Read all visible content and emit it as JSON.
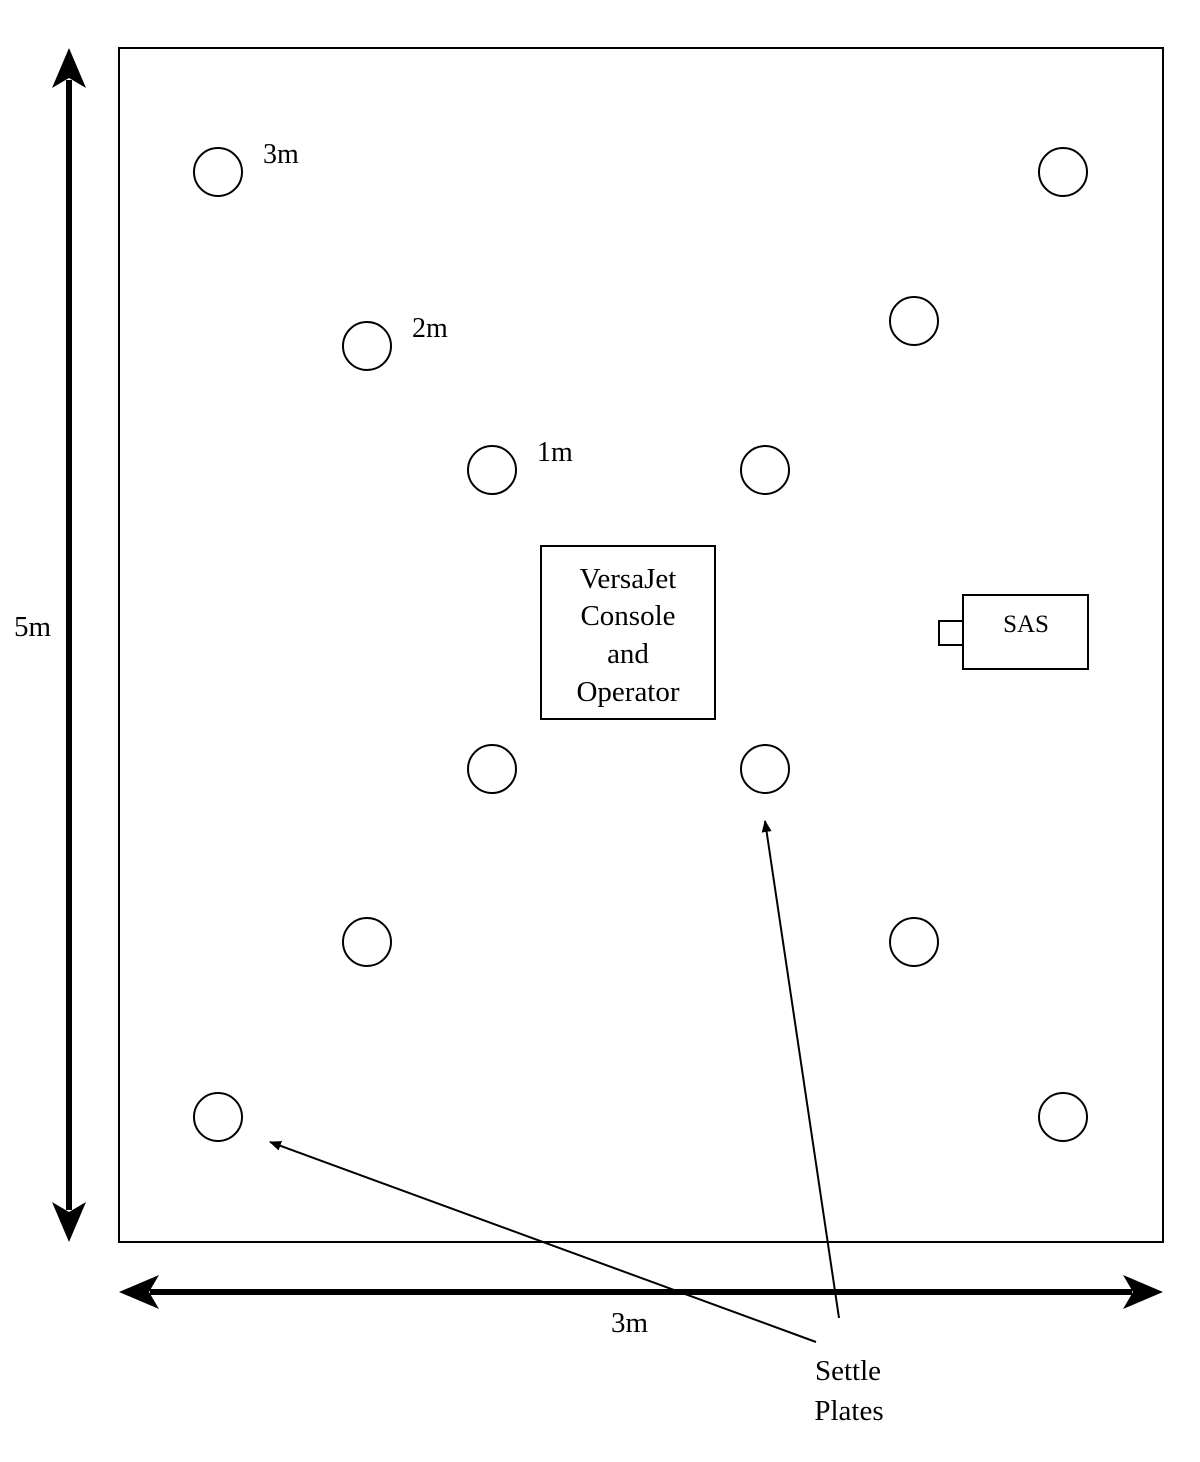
{
  "dimensions": {
    "height_label": "5m",
    "width_label": "3m"
  },
  "distance_labels": {
    "three_m": "3m",
    "two_m": "2m",
    "one_m": "1m"
  },
  "console": {
    "line1": "VersaJet",
    "line2": "Console",
    "line3": "and",
    "line4": "Operator"
  },
  "sampler": {
    "label": "SAS"
  },
  "callout": {
    "line1": "Settle",
    "line2": "Plates"
  },
  "colors": {
    "ink": "#000000",
    "background": "#ffffff"
  }
}
